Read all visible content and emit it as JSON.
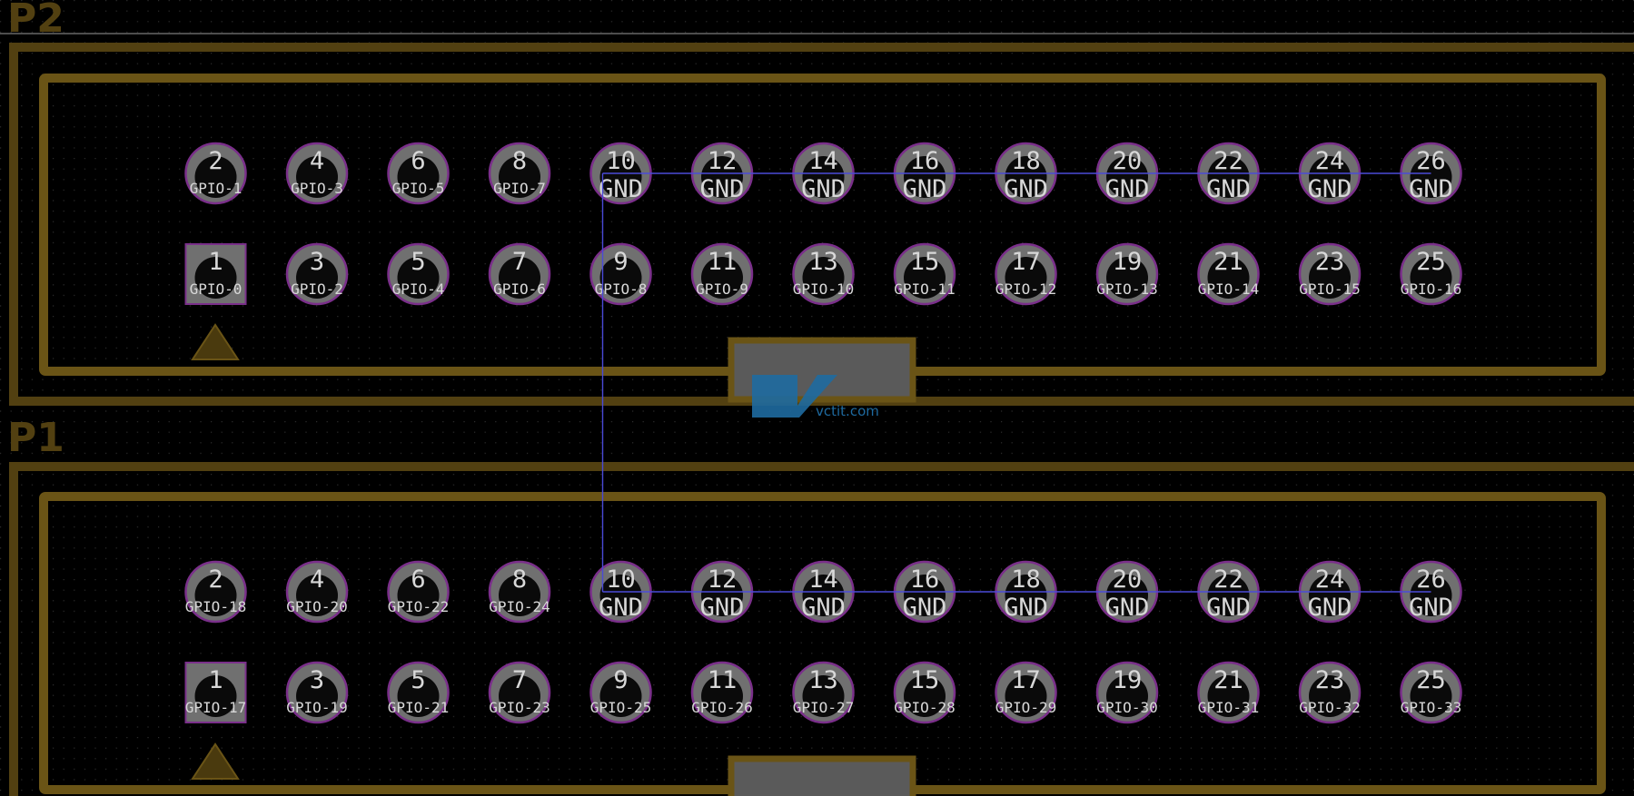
{
  "colors": {
    "background": "#000000",
    "silkscreen": "#6a5416",
    "silkscreen_outline": "#524011",
    "pad_fill": "#707070",
    "pad_ring": "#7a2f8a",
    "drill": "#0a0a0a",
    "ratsnest": "#4a4ad8",
    "grid_dot": "#2c2c2c",
    "watermark": "#1e6aa0"
  },
  "watermark": {
    "text": "vctit.com"
  },
  "connectors": [
    {
      "designator": "P2",
      "top_row": [
        {
          "num": "2",
          "net": "GPIO-1"
        },
        {
          "num": "4",
          "net": "GPIO-3"
        },
        {
          "num": "6",
          "net": "GPIO-5"
        },
        {
          "num": "8",
          "net": "GPIO-7"
        },
        {
          "num": "10",
          "net": "GND"
        },
        {
          "num": "12",
          "net": "GND"
        },
        {
          "num": "14",
          "net": "GND"
        },
        {
          "num": "16",
          "net": "GND"
        },
        {
          "num": "18",
          "net": "GND"
        },
        {
          "num": "20",
          "net": "GND"
        },
        {
          "num": "22",
          "net": "GND"
        },
        {
          "num": "24",
          "net": "GND"
        },
        {
          "num": "26",
          "net": "GND"
        }
      ],
      "bottom_row": [
        {
          "num": "1",
          "net": "GPIO-0"
        },
        {
          "num": "3",
          "net": "GPIO-2"
        },
        {
          "num": "5",
          "net": "GPIO-4"
        },
        {
          "num": "7",
          "net": "GPIO-6"
        },
        {
          "num": "9",
          "net": "GPIO-8"
        },
        {
          "num": "11",
          "net": "GPIO-9"
        },
        {
          "num": "13",
          "net": "GPIO-10"
        },
        {
          "num": "15",
          "net": "GPIO-11"
        },
        {
          "num": "17",
          "net": "GPIO-12"
        },
        {
          "num": "19",
          "net": "GPIO-13"
        },
        {
          "num": "21",
          "net": "GPIO-14"
        },
        {
          "num": "23",
          "net": "GPIO-15"
        },
        {
          "num": "25",
          "net": "GPIO-16"
        }
      ]
    },
    {
      "designator": "P1",
      "top_row": [
        {
          "num": "2",
          "net": "GPIO-18"
        },
        {
          "num": "4",
          "net": "GPIO-20"
        },
        {
          "num": "6",
          "net": "GPIO-22"
        },
        {
          "num": "8",
          "net": "GPIO-24"
        },
        {
          "num": "10",
          "net": "GND"
        },
        {
          "num": "12",
          "net": "GND"
        },
        {
          "num": "14",
          "net": "GND"
        },
        {
          "num": "16",
          "net": "GND"
        },
        {
          "num": "18",
          "net": "GND"
        },
        {
          "num": "20",
          "net": "GND"
        },
        {
          "num": "22",
          "net": "GND"
        },
        {
          "num": "24",
          "net": "GND"
        },
        {
          "num": "26",
          "net": "GND"
        }
      ],
      "bottom_row": [
        {
          "num": "1",
          "net": "GPIO-17"
        },
        {
          "num": "3",
          "net": "GPIO-19"
        },
        {
          "num": "5",
          "net": "GPIO-21"
        },
        {
          "num": "7",
          "net": "GPIO-23"
        },
        {
          "num": "9",
          "net": "GPIO-25"
        },
        {
          "num": "11",
          "net": "GPIO-26"
        },
        {
          "num": "13",
          "net": "GPIO-27"
        },
        {
          "num": "15",
          "net": "GPIO-28"
        },
        {
          "num": "17",
          "net": "GPIO-29"
        },
        {
          "num": "19",
          "net": "GPIO-30"
        },
        {
          "num": "21",
          "net": "GPIO-31"
        },
        {
          "num": "23",
          "net": "GPIO-32"
        },
        {
          "num": "25",
          "net": "GPIO-33"
        }
      ]
    }
  ]
}
